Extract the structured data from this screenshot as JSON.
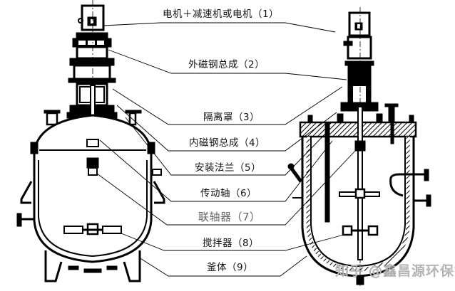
{
  "figure": {
    "subject": "Magnetic drive stirred reactor, two views with part callouts",
    "labels": [
      {
        "id": 1,
        "text": "电机＋减速机或电机（1）"
      },
      {
        "id": 2,
        "text": "外磁钢总成（2）"
      },
      {
        "id": 3,
        "text": "隔离罩（3）"
      },
      {
        "id": 4,
        "text": "内磁钢总成（4）"
      },
      {
        "id": 5,
        "text": "安装法兰（5）"
      },
      {
        "id": 6,
        "text": "传动轴（6）"
      },
      {
        "id": 7,
        "text": "联轴器（7）"
      },
      {
        "id": 8,
        "text": "搅拌器（8）"
      },
      {
        "id": 9,
        "text": "釜体（9）"
      }
    ],
    "watermark": "知乎 @鑫昌源环保钢"
  }
}
